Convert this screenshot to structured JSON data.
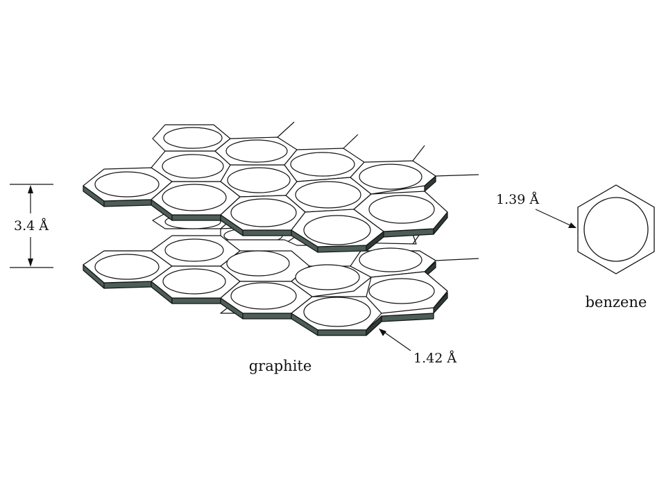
{
  "labels": {
    "layer_spacing": "3.4 Å",
    "graphite_bond": "1.42 Å",
    "graphite": "graphite",
    "benzene_bond": "1.39 Å",
    "benzene": "benzene"
  },
  "colors": {
    "ink": "#111111",
    "sheet_face": "#ffffff",
    "sheet_edge": "#4d5d58",
    "sheet_edge_dark": "#2f3b37"
  }
}
